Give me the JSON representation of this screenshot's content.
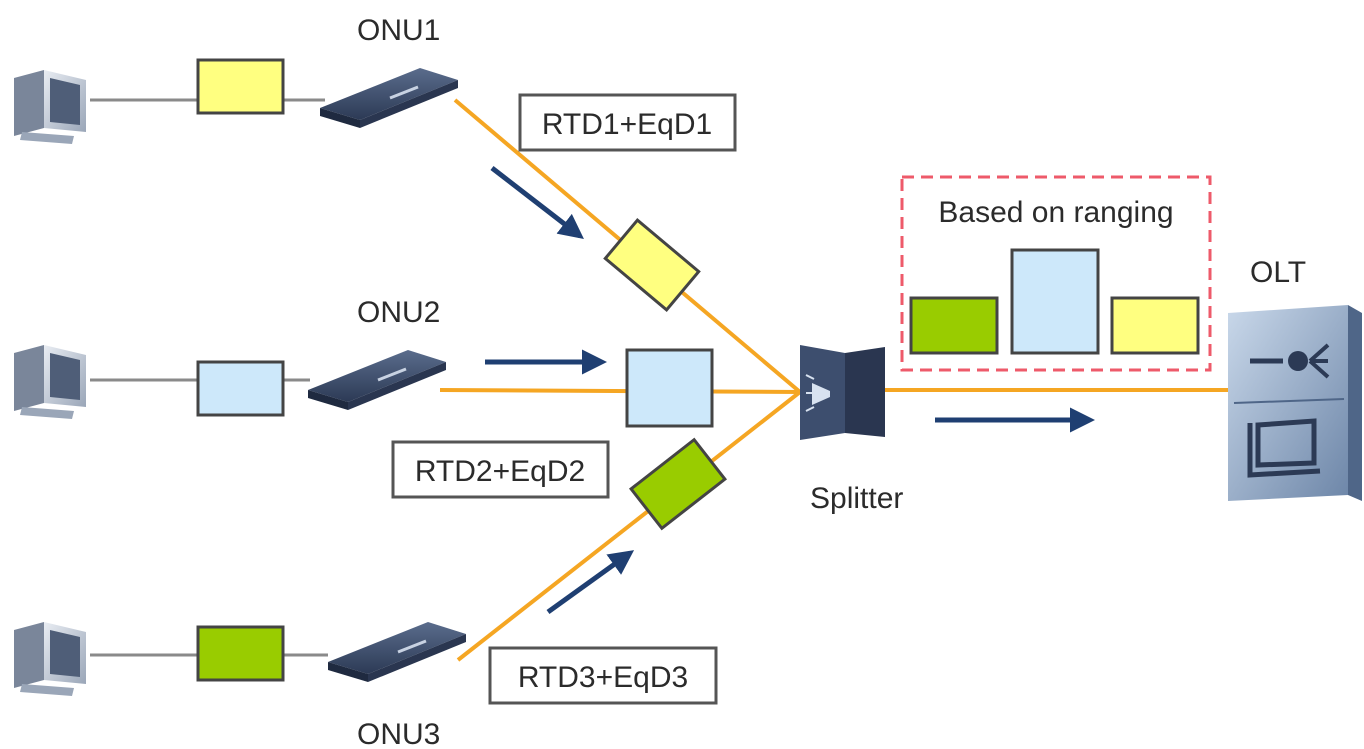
{
  "labels": {
    "onu1": "ONU1",
    "onu2": "ONU2",
    "onu3": "ONU3",
    "splitter": "Splitter",
    "olt": "OLT",
    "delay1": "RTD1+EqD1",
    "delay2": "RTD2+EqD2",
    "delay3": "RTD3+EqD3",
    "ranging": "Based on ranging"
  },
  "colors": {
    "fiber": "#f5a623",
    "copper": "#8a8a8a",
    "arrow": "#1f3f72",
    "frame_onu1": "#ffff80",
    "frame_onu2": "#cde8fa",
    "frame_onu3": "#99cc00",
    "ranging_border": "#ee5a6a",
    "device": "#3d4e6e"
  },
  "icons": {
    "pc": "computer-icon",
    "onu": "onu-device-icon",
    "splitter": "optical-splitter-icon",
    "olt": "olt-device-icon"
  }
}
